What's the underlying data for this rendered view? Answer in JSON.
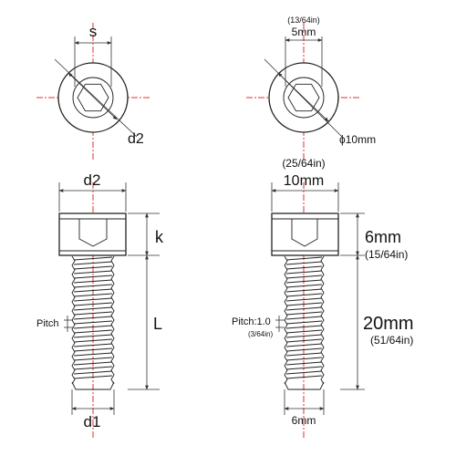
{
  "left": {
    "s_label": "s",
    "d2_head_label": "d2",
    "d2_top_label": "d2",
    "k_label": "k",
    "L_label": "L",
    "pitch_label": "Pitch",
    "d1_label": "d1"
  },
  "right": {
    "socket_in": "(13/64in)",
    "socket_mm": "5mm",
    "phi_label": "ϕ10mm",
    "dia_in": "(25/64in)",
    "dia_mm": "10mm",
    "head_mm": "6mm",
    "head_in": "(15/64in)",
    "pitch_label": "Pitch:1.0",
    "pitch_in": "(3/64in)",
    "length_mm": "20mm",
    "length_in": "(51/64in)",
    "thread_mm": "6mm"
  }
}
